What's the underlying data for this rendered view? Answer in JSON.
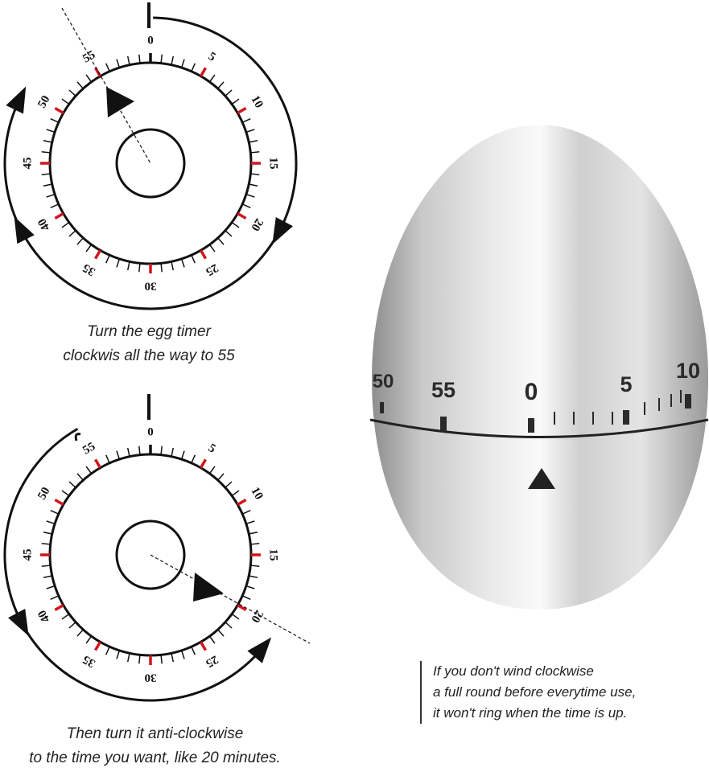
{
  "dial_labels": [
    "0",
    "5",
    "10",
    "15",
    "20",
    "25",
    "30",
    "35",
    "40",
    "45",
    "50",
    "55"
  ],
  "step1": {
    "line1": "Turn the egg timer",
    "line2": "clockwis all the way to 55"
  },
  "step2": {
    "line1": "Then turn it anti-clockwise",
    "line2": "to the time you want, like 20 minutes."
  },
  "note": {
    "line1": "If you don't wind clockwise",
    "line2": "a full round before everytime use,",
    "line3": "it won't ring when the time is up."
  },
  "egg": {
    "labels": [
      "50",
      "55",
      "0",
      "5",
      "10"
    ]
  },
  "colors": {
    "major_tick": "#d0161b",
    "ink": "#111111"
  }
}
